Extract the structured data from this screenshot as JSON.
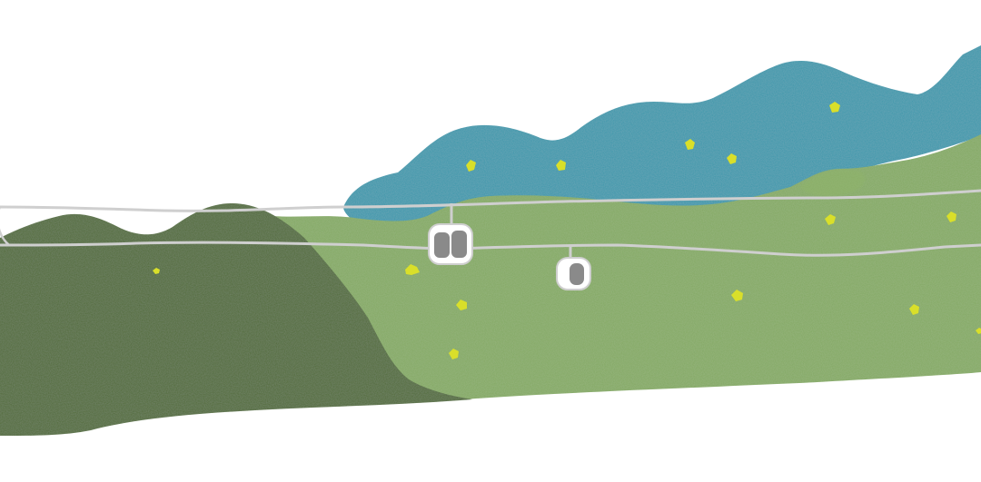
{
  "scene": {
    "colors": {
      "background": "#ffffff",
      "far_mountains": "#3a97ab",
      "light_hills": "#83a962",
      "light_hills_highlight": "#8fb46b",
      "dark_hill": "#4f6b37",
      "cable": "#cfcfcf",
      "gondola_body": "#ffffff",
      "gondola_window": "#8a8a8a",
      "flower": "#d9df2a"
    },
    "elements": {
      "gondolas": [
        {
          "name": "gondola-left",
          "windows": 2
        },
        {
          "name": "gondola-right",
          "windows": 1
        }
      ],
      "flowers": 14,
      "cables": 2
    }
  }
}
